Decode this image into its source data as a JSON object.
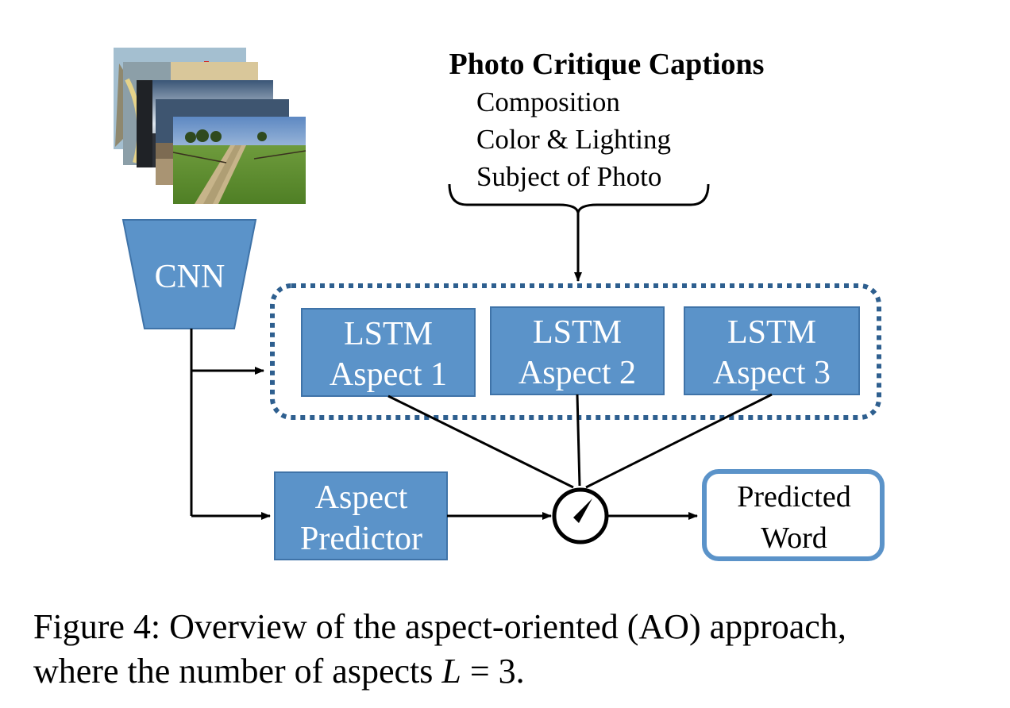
{
  "diagram": {
    "title": "Photo Critique Captions",
    "caption_items": [
      "Composition",
      "Color & Lighting",
      "Subject of Photo"
    ],
    "cnn_label": "CNN",
    "lstm_boxes": [
      {
        "line1": "LSTM",
        "line2": "Aspect 1"
      },
      {
        "line1": "LSTM",
        "line2": "Aspect 2"
      },
      {
        "line1": "LSTM",
        "line2": "Aspect 3"
      }
    ],
    "aspect_predictor": {
      "line1": "Aspect",
      "line2": "Predictor"
    },
    "output": {
      "line1": "Predicted",
      "line2": "Word"
    },
    "colors": {
      "box_fill": "#5b93c9",
      "box_stroke": "#3f73a8",
      "dotted_border": "#2e5f8f",
      "output_border": "#5b93c9"
    }
  },
  "caption": {
    "prefix": "Figure 4:  Overview of the aspect-oriented (AO) approach,",
    "line2": "where the number of aspects ",
    "math_var": "L",
    "math_rest": " = 3."
  }
}
